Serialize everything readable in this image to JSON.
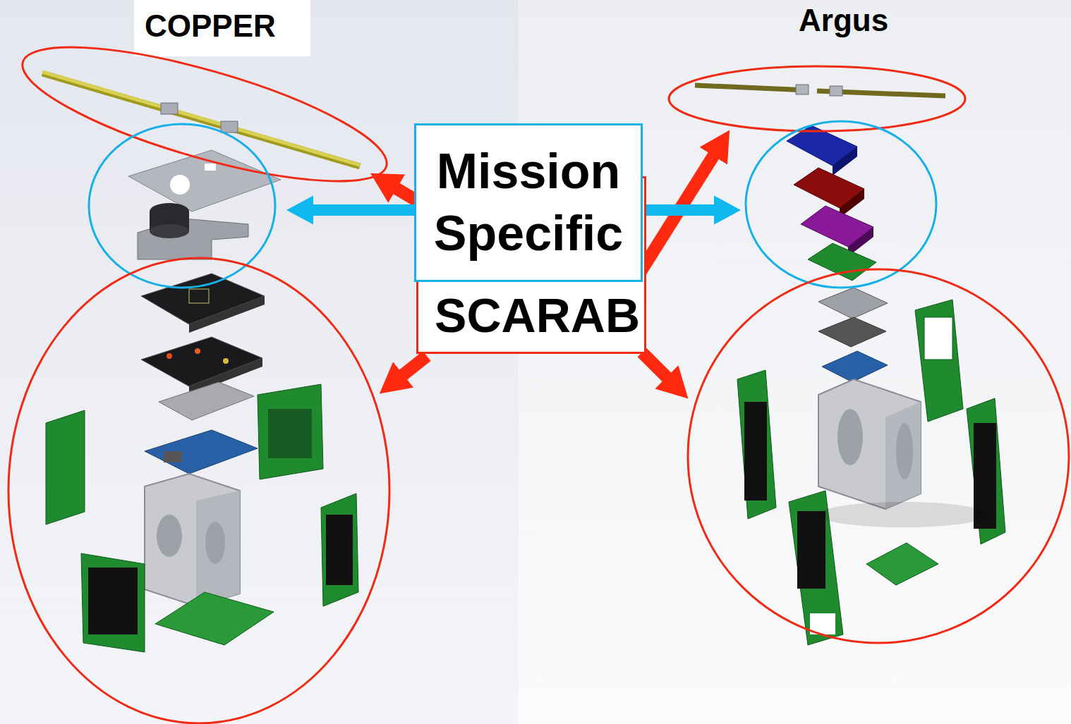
{
  "diagram": {
    "nodes": [
      {
        "text": [
          "Mission Specific"
        ]
      },
      {
        "text": [
          "SCARAB"
        ]
      }
    ],
    "labels": [
      "COPPER",
      "Argus"
    ]
  }
}
